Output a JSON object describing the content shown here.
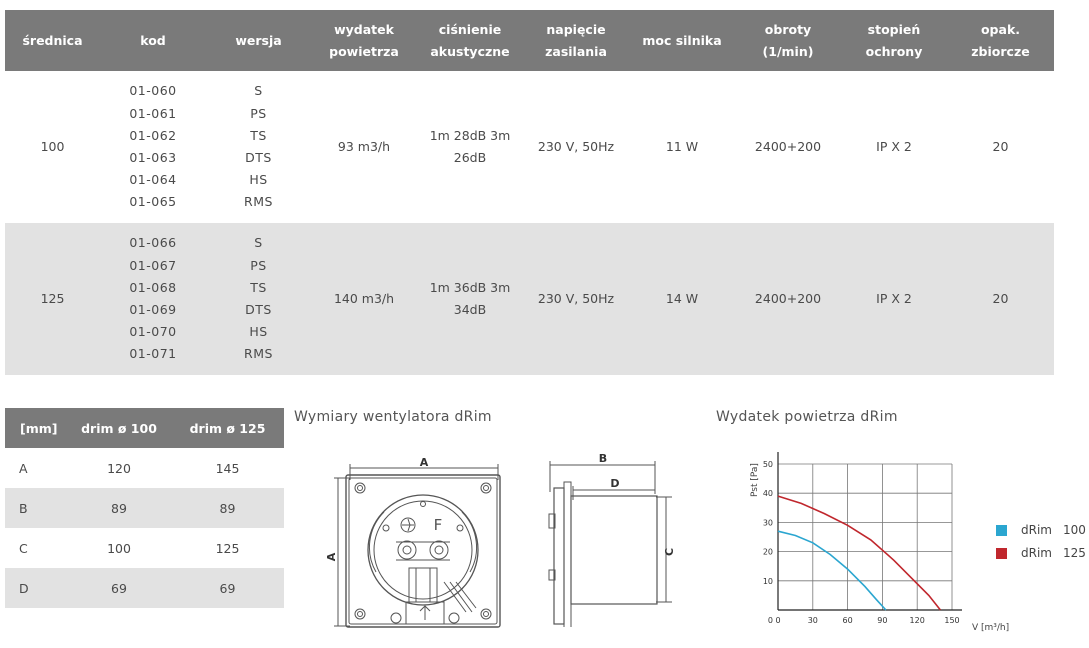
{
  "spec": {
    "headers": [
      "średnica",
      "kod",
      "wersja",
      "wydatek\npowietrza",
      "ciśnienie\nakustyczne",
      "napięcie\nzasilania",
      "moc silnika",
      "obroty\n(1/min)",
      "stopień\nochrony",
      "opak.\nzbiorcze"
    ],
    "rows": [
      {
        "diameter": "100",
        "codes": [
          "01-060",
          "01-061",
          "01-062",
          "01-063",
          "01-064",
          "01-065"
        ],
        "versions": [
          "S",
          "PS",
          "TS",
          "DTS",
          "HS",
          "RMS"
        ],
        "airflow": "93 m3/h",
        "noise": "1m 28dB 3m 26dB",
        "voltage": "230 V, 50Hz",
        "power": "11 W",
        "rpm": "2400+200",
        "ip": "IP X 2",
        "pack": "20"
      },
      {
        "diameter": "125",
        "codes": [
          "01-066",
          "01-067",
          "01-068",
          "01-069",
          "01-070",
          "01-071"
        ],
        "versions": [
          "S",
          "PS",
          "TS",
          "DTS",
          "HS",
          "RMS"
        ],
        "airflow": "140 m3/h",
        "noise": "1m 36dB 3m 34dB",
        "voltage": "230 V, 50Hz",
        "power": "14 W",
        "rpm": "2400+200",
        "ip": "IP X 2",
        "pack": "20"
      }
    ]
  },
  "dimensions": {
    "headers": [
      "[mm]",
      "drim ø 100",
      "drim ø 125"
    ],
    "rows": [
      [
        "A",
        "120",
        "145"
      ],
      [
        "B",
        "89",
        "89"
      ],
      [
        "C",
        "100",
        "125"
      ],
      [
        "D",
        "69",
        "69"
      ]
    ]
  },
  "drawings": {
    "title": "Wymiary wentylatora dRim",
    "front_labels": {
      "a": "A",
      "a_side": "A"
    },
    "front_glyph": "F",
    "side_labels": {
      "b": "B",
      "d": "D",
      "c": "C"
    }
  },
  "flow_chart": {
    "section_title": "Wydatek powietrza dRim"
  },
  "chart_data": {
    "type": "line",
    "title": "",
    "xlabel": "V [m³/h]",
    "ylabel": "Pst [Pa]",
    "xlim": [
      0,
      150
    ],
    "ylim": [
      0,
      50
    ],
    "xticks": [
      "0",
      "30",
      "60",
      "90",
      "120",
      "150"
    ],
    "yticks": [
      "10",
      "20",
      "30",
      "40",
      "50"
    ],
    "grid": true,
    "legend_position": "right",
    "series": [
      {
        "name": "dRim 100",
        "color": "#2ba6d0",
        "x": [
          0,
          15,
          30,
          45,
          60,
          75,
          85,
          93
        ],
        "y": [
          27,
          25.5,
          23,
          19,
          14,
          8,
          3.5,
          0
        ]
      },
      {
        "name": "dRim 125",
        "color": "#c0272d",
        "x": [
          0,
          20,
          40,
          60,
          80,
          100,
          115,
          130,
          140
        ],
        "y": [
          39,
          36.5,
          33,
          29,
          24,
          17,
          11,
          5,
          0
        ]
      }
    ]
  }
}
